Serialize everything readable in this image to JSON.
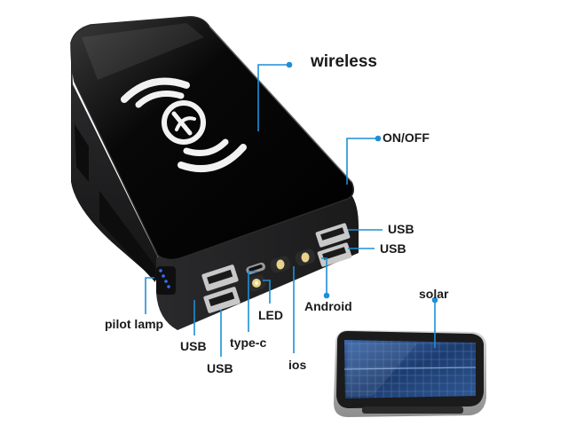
{
  "labels": {
    "wireless": "wireless",
    "on_off": "ON/OFF",
    "usb_top_1": "USB",
    "usb_top_2": "USB",
    "android": "Android",
    "solar": "solar",
    "pilot_lamp": "pilot lamp",
    "led": "LED",
    "type_c": "type-c",
    "usb_left_1": "USB",
    "usb_left_2": "USB",
    "ios": "ios"
  },
  "colors": {
    "callout_line": "#1e8fd6",
    "device_body": "#1c1c1e",
    "top_glass": "#050505",
    "wireless_icon": "#f2f2f2",
    "solar_cell": "#2a4f86",
    "indicator_led": "#3a6dff"
  }
}
